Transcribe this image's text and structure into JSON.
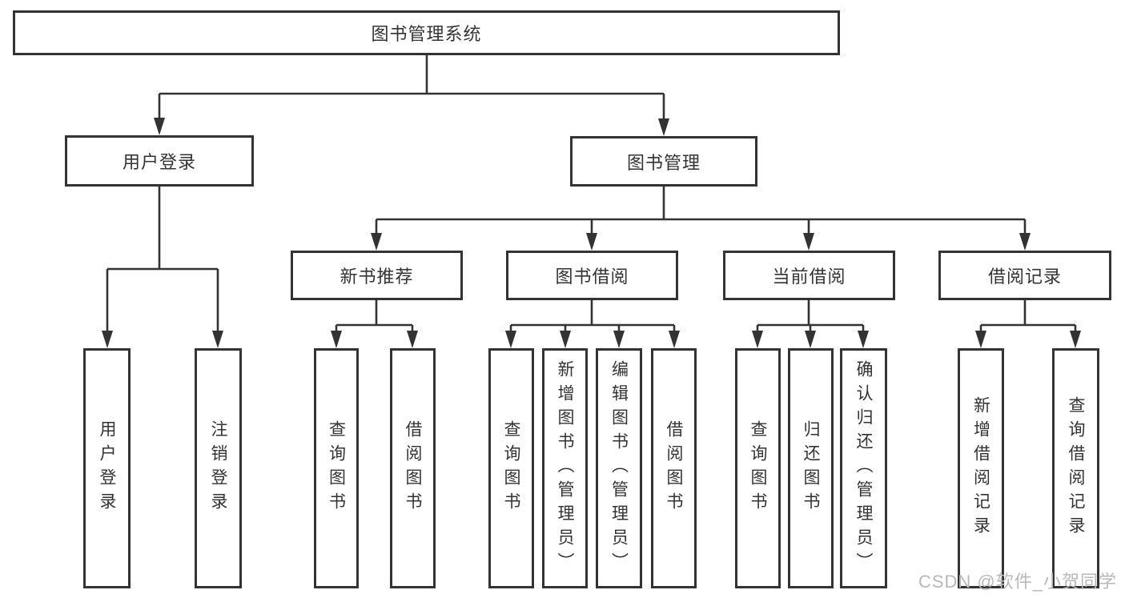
{
  "colors": {
    "line": "#333333",
    "box_border": "#333333",
    "text": "#333333",
    "watermark": "#b8b8b8",
    "background": "#ffffff"
  },
  "root": {
    "label": "图书管理系统"
  },
  "level2": [
    {
      "label": "用户登录"
    },
    {
      "label": "图书管理"
    }
  ],
  "level3": [
    {
      "label": "新书推荐"
    },
    {
      "label": "图书借阅"
    },
    {
      "label": "当前借阅"
    },
    {
      "label": "借阅记录"
    }
  ],
  "leaves": [
    {
      "label": "用户登录"
    },
    {
      "label": "注销登录"
    },
    {
      "label": "查询图书"
    },
    {
      "label": "借阅图书"
    },
    {
      "label": "查询图书"
    },
    {
      "label": "新增图书（管理员）"
    },
    {
      "label": "编辑图书（管理员）"
    },
    {
      "label": "借阅图书"
    },
    {
      "label": "查询图书"
    },
    {
      "label": "归还图书"
    },
    {
      "label": "确认归还（管理员）"
    },
    {
      "label": "新增借阅记录"
    },
    {
      "label": "查询借阅记录"
    }
  ],
  "watermark": {
    "text": "CSDN @软件_小贺同学"
  }
}
